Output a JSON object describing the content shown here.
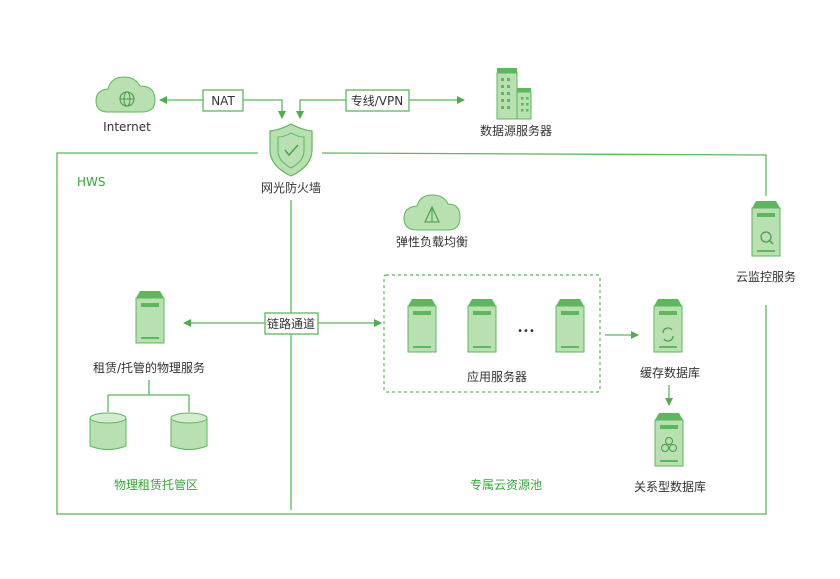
{
  "nodes": {
    "internet": "Internet",
    "nat": "NAT",
    "vpn": "专线/VPN",
    "data_source_server": "数据源服务器",
    "firewall": "网光防火墙",
    "hws": "HWS",
    "load_balancer": "弹性负载均衡",
    "cloud_monitor": "云监控服务",
    "link_channel": "链路通道",
    "physical_service": "租赁/托管的物理服务",
    "app_servers": "应用服务器",
    "ellipsis": "•••",
    "cache_db": "缓存数据库",
    "relational_db": "关系型数据库",
    "physical_hosting_zone": "物理租赁托管区",
    "dedicated_cloud_pool": "专属云资源池"
  },
  "colors": {
    "accent": "#5cb85c",
    "icon_fill": "#b8e0b0",
    "icon_dark": "#5cb85c",
    "text": "#333333",
    "zone_text": "#3aa63a"
  }
}
